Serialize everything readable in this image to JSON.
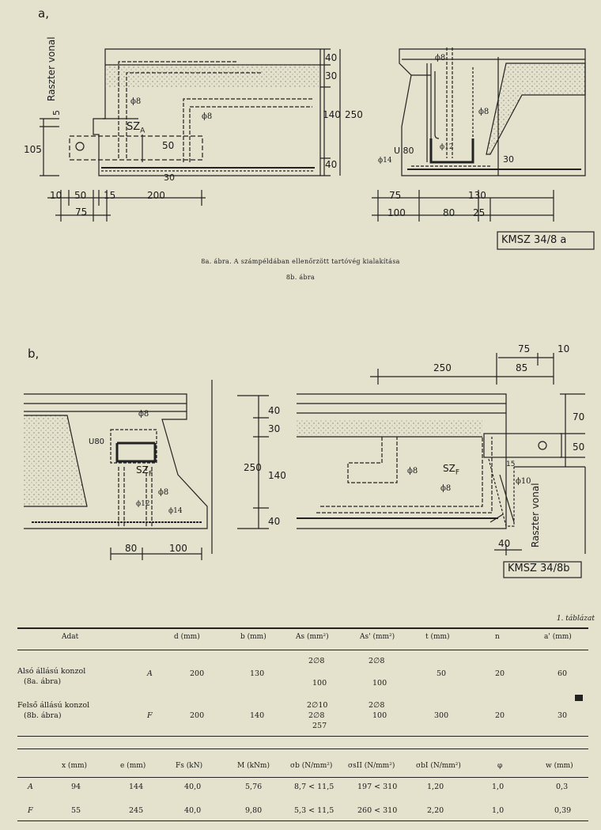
{
  "figure_a": {
    "label": "a,",
    "raszter": "Raszter vonal",
    "dims_vertical": [
      "40",
      "30",
      "140",
      "250",
      "40"
    ],
    "dims_left": [
      "5",
      "105"
    ],
    "dims_bottom": [
      "10",
      "50",
      "15",
      "200",
      "75"
    ],
    "rebar_labels": [
      "ϕ8",
      "ϕ8",
      "50",
      "30"
    ],
    "sz": "SZ",
    "sz_sub": "A",
    "section_labels": [
      "ϕ8",
      "ϕ8",
      "U 80",
      "ϕ12",
      "ϕ14",
      "30"
    ],
    "section_dims": [
      "75",
      "130",
      "100",
      "80",
      "25"
    ],
    "code": "KMSZ 34/8 a"
  },
  "captions": {
    "a": "8a. ábra. A számpéldában ellenőrzött tartóvég kialakítása",
    "b": "8b. ábra"
  },
  "figure_b": {
    "label": "b,",
    "section_labels": [
      "ϕ8",
      "U80",
      "SZ",
      "ϕ8",
      "ϕ12",
      "ϕ14"
    ],
    "sz_sub": "F",
    "section_dims": [
      "80",
      "100"
    ],
    "dims_vertical": [
      "40",
      "30",
      "250",
      "140",
      "40"
    ],
    "top_dims": [
      "75",
      "10",
      "250",
      "85"
    ],
    "right_dims": [
      "70",
      "50"
    ],
    "rebar_labels": [
      "ϕ8",
      "SZ",
      "ϕ8",
      "ϕ10",
      "15"
    ],
    "bottom_dim": "40",
    "raszter": "Raszter vonal",
    "code": "KMSZ 34/8b"
  },
  "table1": {
    "title": "1. táblázat",
    "headers": [
      "Adat",
      "d (mm)",
      "b (mm)",
      "As (mm²)",
      "As' (mm²)",
      "t (mm)",
      "n",
      "a' (mm)"
    ],
    "rows": [
      {
        "name": "Alsó állású konzol",
        "sub": "(8a. ábra)",
        "id": "A",
        "d": "200",
        "b": "130",
        "as": [
          "2∅8",
          "",
          "100"
        ],
        "as2": [
          "2∅8",
          "",
          "100"
        ],
        "t": "50",
        "n": "20",
        "a": "60"
      },
      {
        "name": "Felső állású konzol",
        "sub": "(8b. ábra)",
        "id": "F",
        "d": "200",
        "b": "140",
        "as": [
          "2∅10",
          "2∅8",
          "257"
        ],
        "as2": [
          "2∅8",
          "100",
          ""
        ],
        "t": "300",
        "n": "20",
        "a": "30"
      }
    ]
  },
  "table2": {
    "headers": [
      "x (mm)",
      "e (mm)",
      "Fs (kN)",
      "M (kNm)",
      "σb (N/mm²)",
      "σsII (N/mm²)",
      "σbI (N/mm²)",
      "φ",
      "w (mm)"
    ],
    "rows": [
      {
        "id": "A",
        "values": [
          "94",
          "144",
          "40,0",
          "5,76",
          "8,7 < 11,5",
          "197 < 310",
          "1,20",
          "1,0",
          "0,3"
        ]
      },
      {
        "id": "F",
        "values": [
          "55",
          "245",
          "40,0",
          "9,80",
          "5,3 < 11,5",
          "260 < 310",
          "2,20",
          "1,0",
          "0,39"
        ]
      }
    ]
  }
}
